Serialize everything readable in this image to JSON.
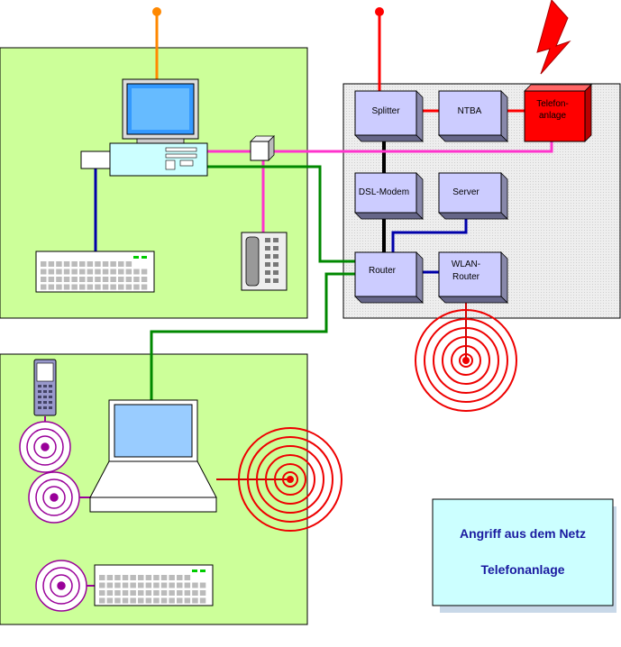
{
  "devices": {
    "splitter": "Splitter",
    "ntba": "NTBA",
    "telefon_line1": "Telefon-",
    "telefon_line2": "anlage",
    "dsl_modem": "DSL-Modem",
    "server": "Server",
    "router": "Router",
    "wlan_line1": "WLAN-",
    "wlan_line2": "Router"
  },
  "legend": {
    "title": "Angriff aus dem Netz",
    "subtitle": "Telefonanlage"
  },
  "colors": {
    "zone_green": "#ccff99",
    "office_grey": "#eeeeee",
    "device_box": "#ccccff",
    "alert_red": "#ff0000",
    "line_orange": "#ff8800",
    "line_magenta": "#ff33cc",
    "line_green": "#008800",
    "line_blue": "#0000aa",
    "line_black": "#000000",
    "legend_fill": "#ccffff",
    "legend_text": "#1a1aa0",
    "phone_wave": "#990099"
  }
}
